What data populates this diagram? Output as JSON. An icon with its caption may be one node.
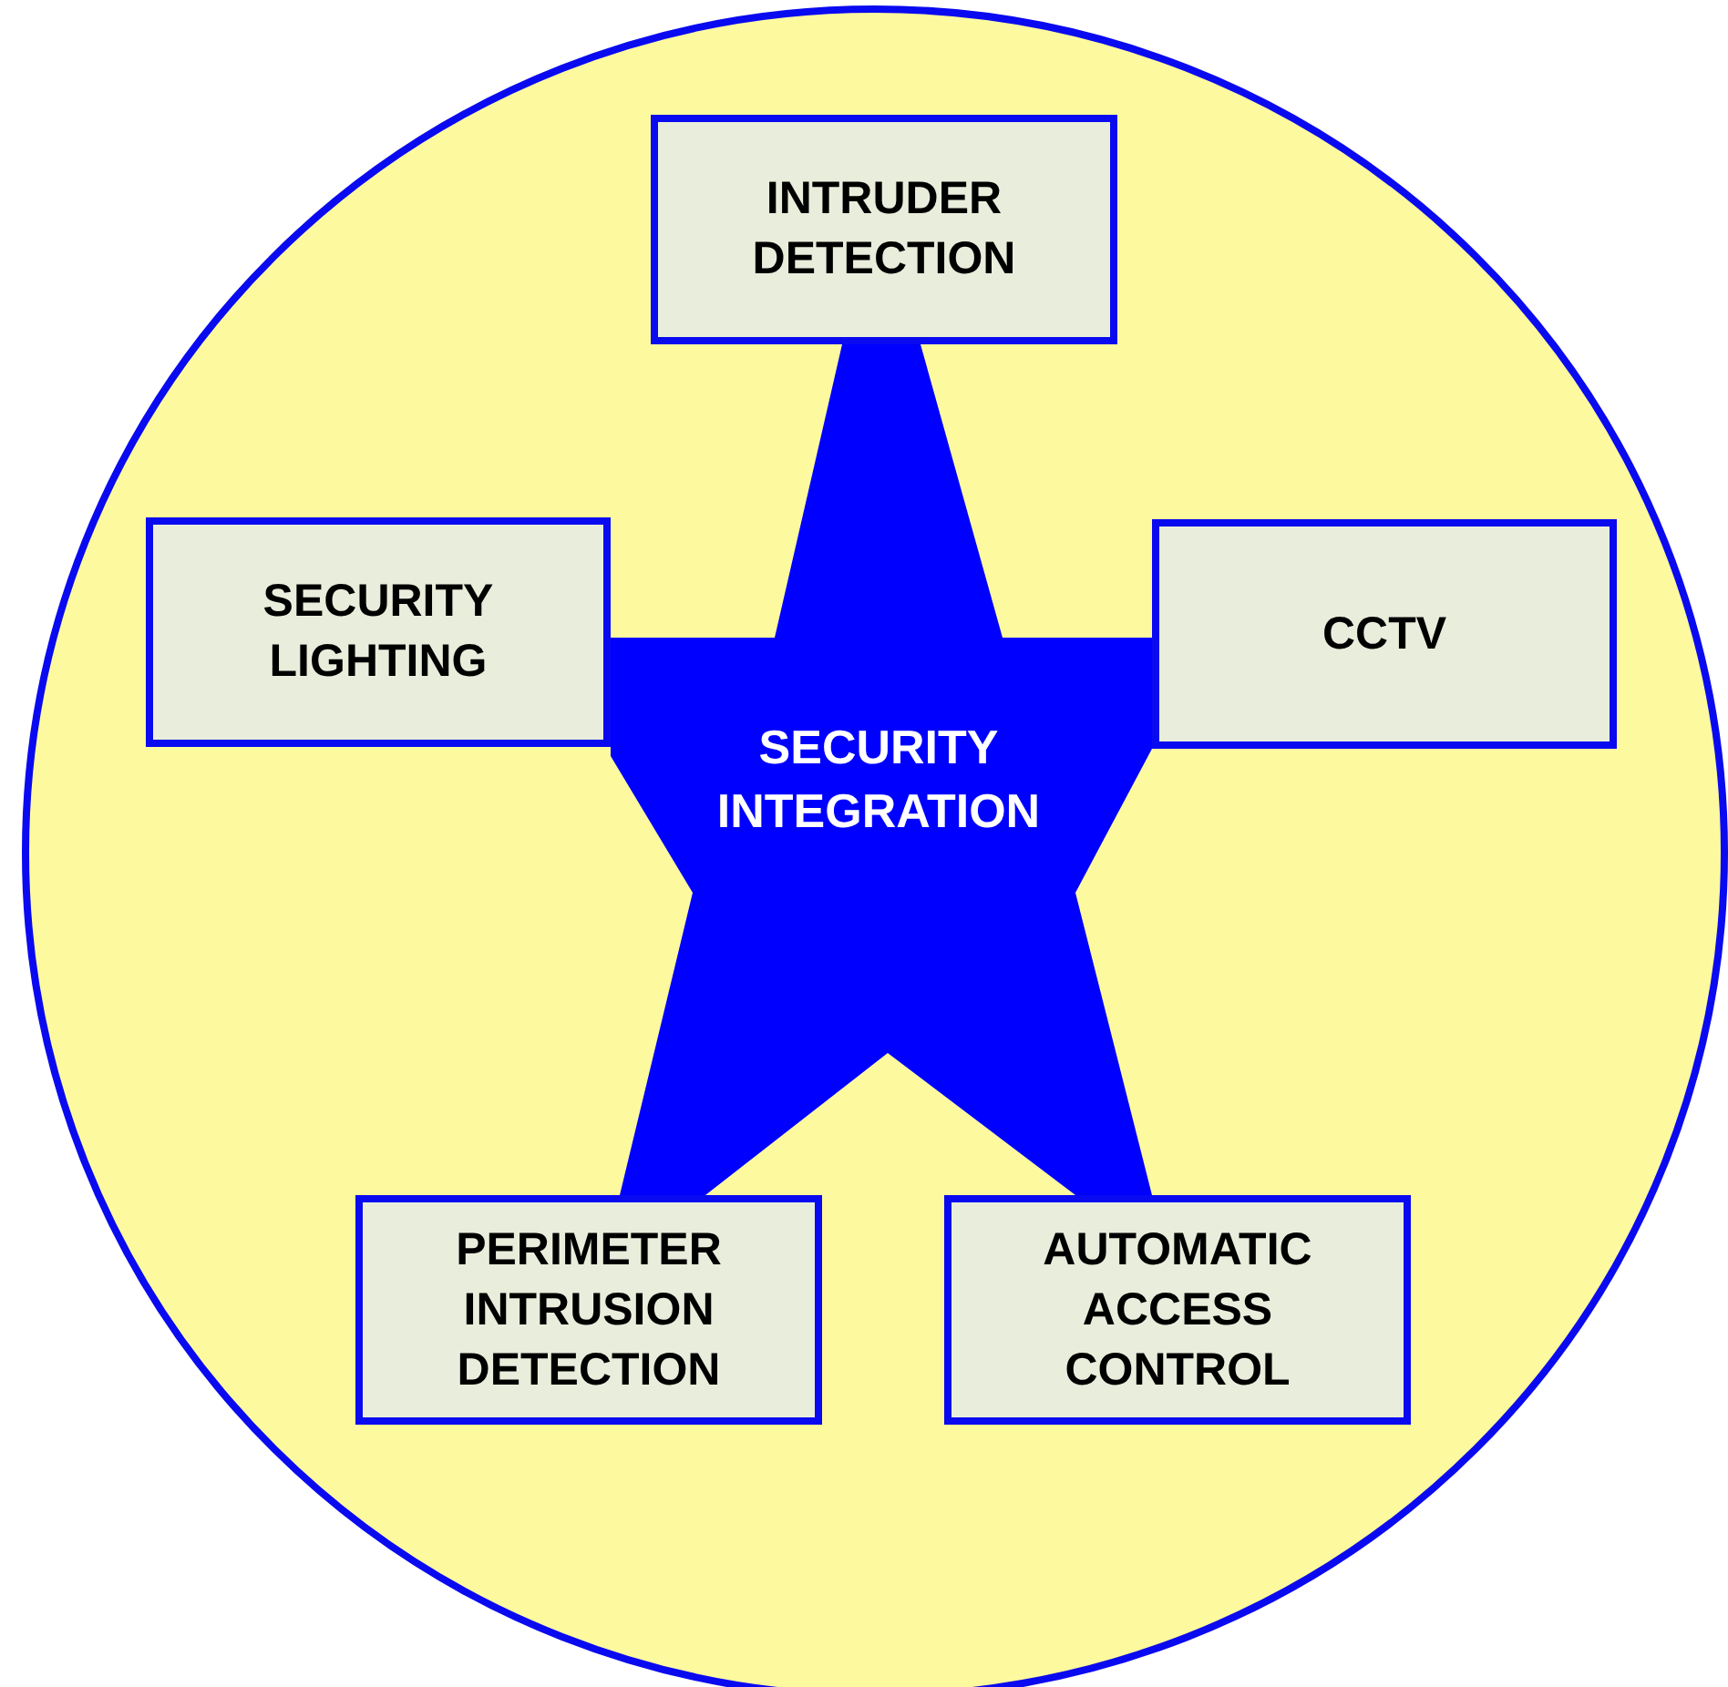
{
  "diagram": {
    "nodes": [
      {
        "text": [
          "INTRUDER DETECTION"
        ]
      },
      {
        "text": [
          "SECURITY LIGHTING"
        ]
      },
      {
        "text": [
          "CCTV"
        ]
      },
      {
        "text": [
          "SECURITY INTEGRATION"
        ]
      },
      {
        "text": [
          "PERIMETER INTRUSION DETECTION"
        ]
      },
      {
        "text": [
          "AUTOMATIC ACCESS CONTROL"
        ]
      }
    ]
  }
}
